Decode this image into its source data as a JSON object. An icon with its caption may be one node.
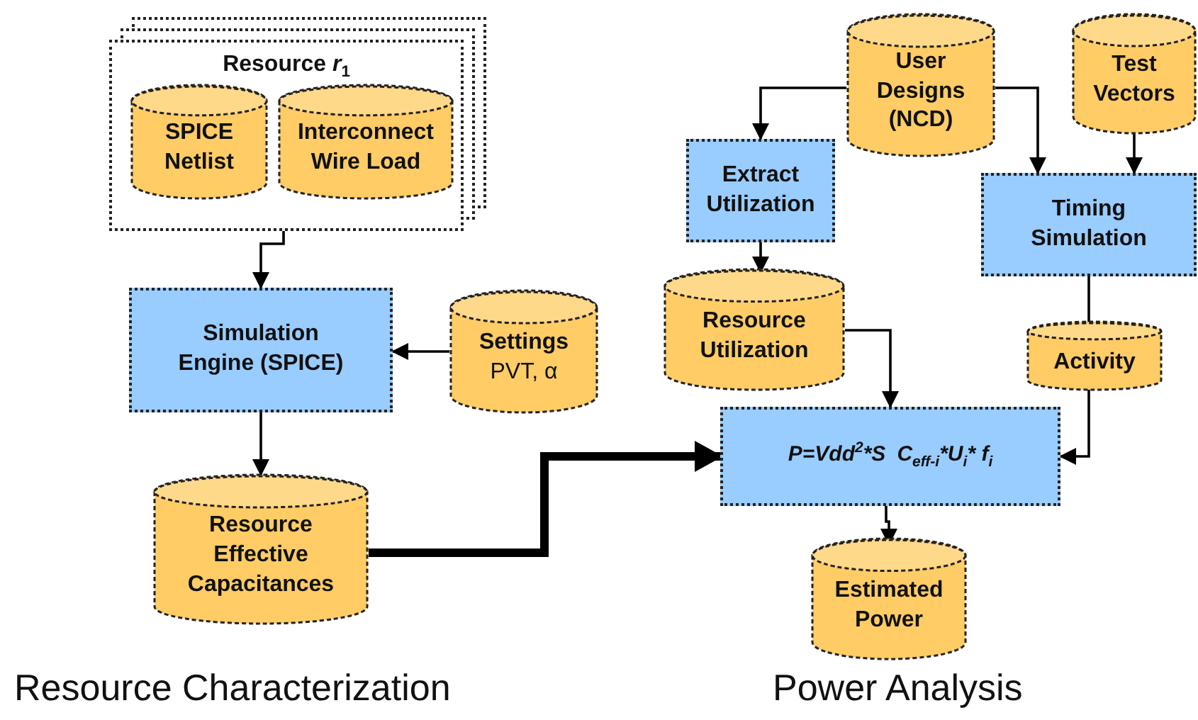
{
  "diagram": {
    "nodes": [
      {
        "text": [
          "Resource *r*$_{1}$"
        ]
      },
      {
        "text": [
          "SPICE Netlist"
        ],
        "in": 0
      },
      {
        "text": [
          "Interconnect Wire Load"
        ],
        "in": 0
      },
      {
        "text": [
          "Simulation Engine (SPICE)"
        ]
      },
      {
        "text": [
          "Settings",
          "PVT, α"
        ]
      },
      {
        "text": [
          "Resource Effective Capacitances"
        ]
      },
      {
        "text": [
          "User Designs (NCD)"
        ]
      },
      {
        "text": [
          "Test Vectors"
        ]
      },
      {
        "text": [
          "Extract Utilization"
        ]
      },
      {
        "text": [
          "Timing Simulation"
        ]
      },
      {
        "text": [
          "Resource Utilization"
        ]
      },
      {
        "text": [
          "Activity"
        ]
      },
      {
        "text": [
          "P=Vdd$^{2}$*S",
          "C$_{eff-i}$*U$_{i}$",
          "* f$_{i}$"
        ]
      },
      {
        "text": [
          "Estimated Power"
        ]
      }
    ],
    "edges": [
      {
        "from": 0,
        "to": 3,
        "arrow": "to"
      },
      {
        "from": 4,
        "to": 3,
        "arrow": "to"
      },
      {
        "from": 3,
        "to": 5,
        "arrow": "to"
      },
      {
        "from": 5,
        "to": 12,
        "arrow": "to",
        "style": "thick"
      },
      {
        "from": 6,
        "to": 8,
        "arrow": "to"
      },
      {
        "from": 6,
        "to": 9,
        "arrow": "to"
      },
      {
        "from": 7,
        "to": 9,
        "arrow": "to"
      },
      {
        "from": 8,
        "to": 10,
        "arrow": "to"
      },
      {
        "from": 10,
        "to": 12,
        "arrow": "to"
      },
      {
        "from": 9,
        "to": 11,
        "arrow": "none"
      },
      {
        "from": 11,
        "to": 12,
        "arrow": "to"
      },
      {
        "from": 12,
        "to": 13,
        "arrow": "to"
      }
    ],
    "labels": [
      "Resource Characterization",
      "Power Analysis"
    ]
  }
}
